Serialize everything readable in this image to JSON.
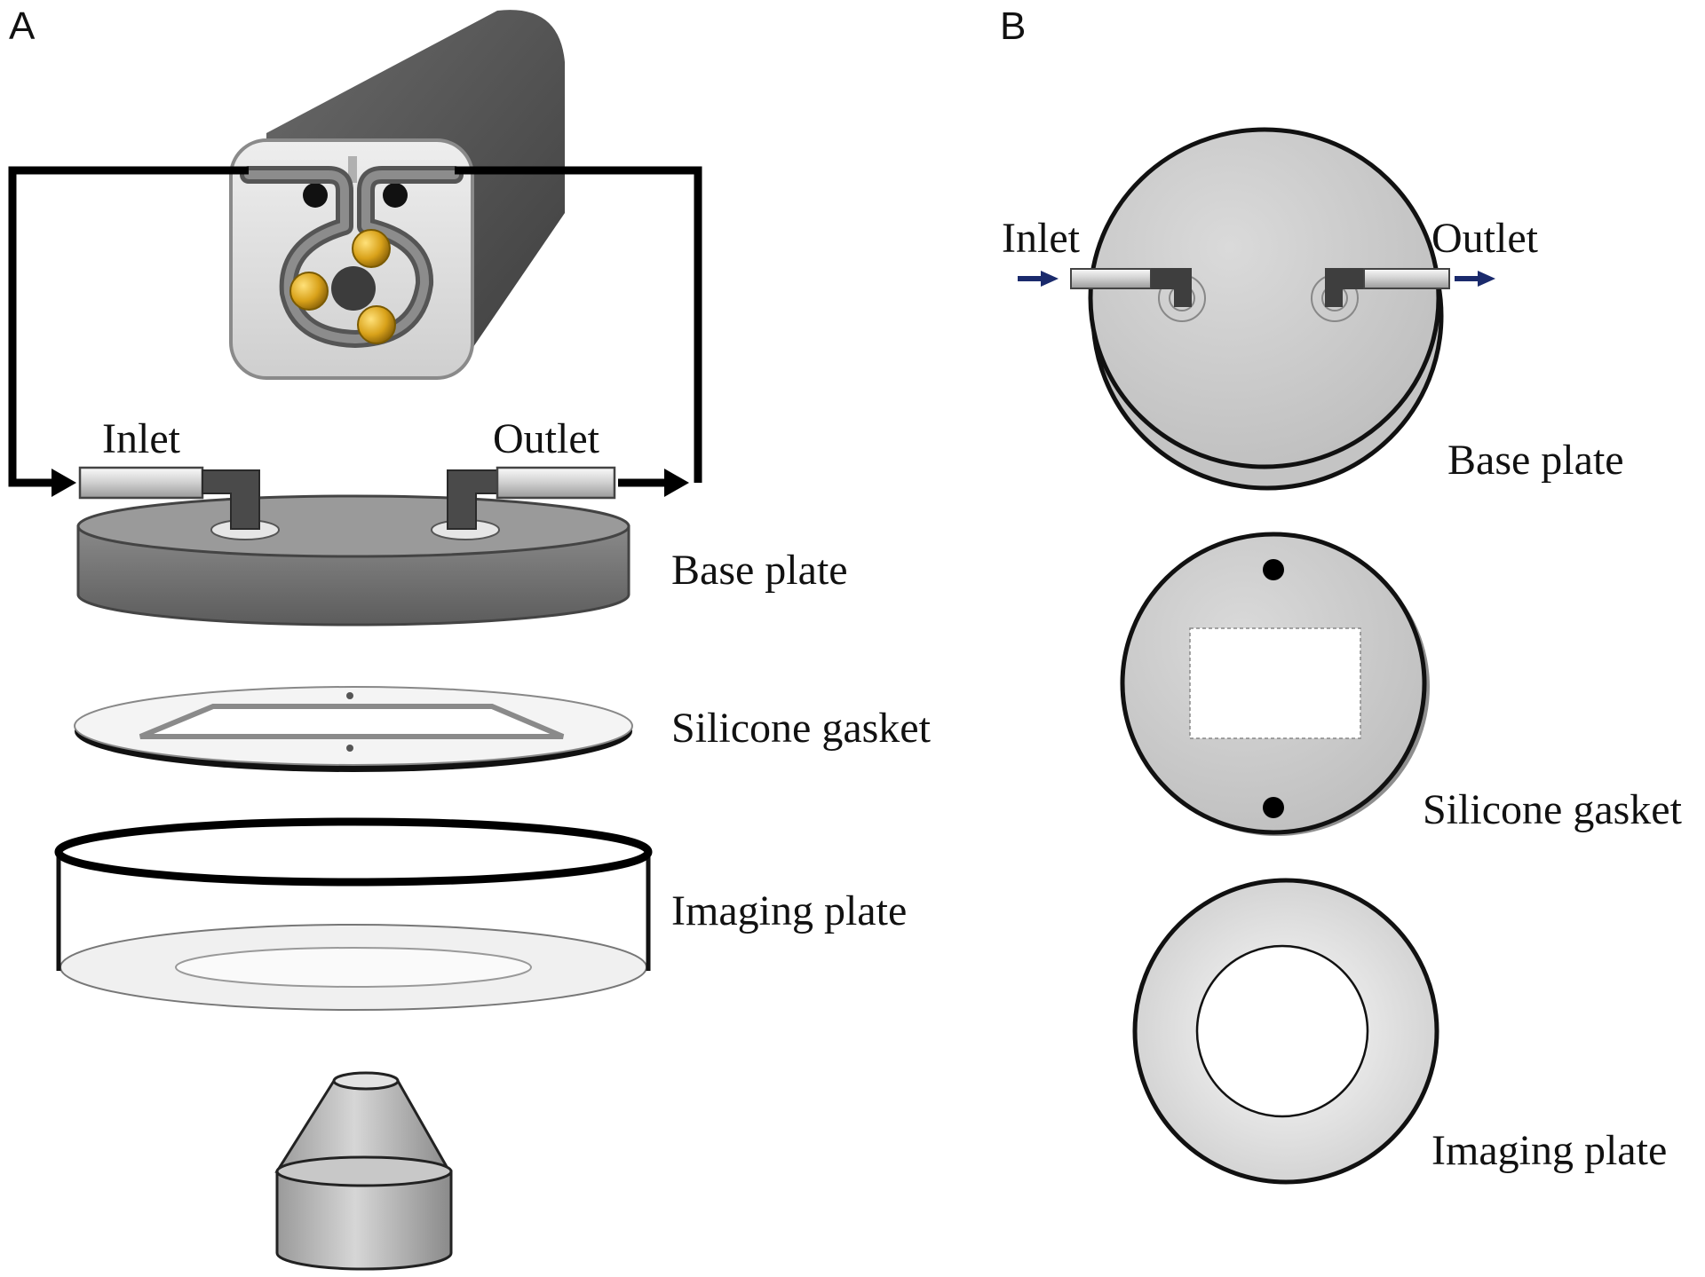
{
  "panels": {
    "a": {
      "letter": "A",
      "inlet_label": "Inlet",
      "outlet_label": "Outlet",
      "base_plate_label": "Base plate",
      "gasket_label": "Silicone gasket",
      "imaging_plate_label": "Imaging plate"
    },
    "b": {
      "letter": "B",
      "inlet_label": "Inlet",
      "outlet_label": "Outlet",
      "base_plate_label": "Base plate",
      "gasket_label": "Silicone gasket",
      "imaging_plate_label": "Imaging plate"
    }
  },
  "colors": {
    "pump_body": "#5a5a5a",
    "pump_face": "#dcdcdc",
    "roller_gold": "#d4a017",
    "tubing": "#6e6e6e",
    "base_plate": "#7a7a7a",
    "plate_light": "#d0d0d0",
    "flow_arrow_b": "#1a2a6c"
  }
}
